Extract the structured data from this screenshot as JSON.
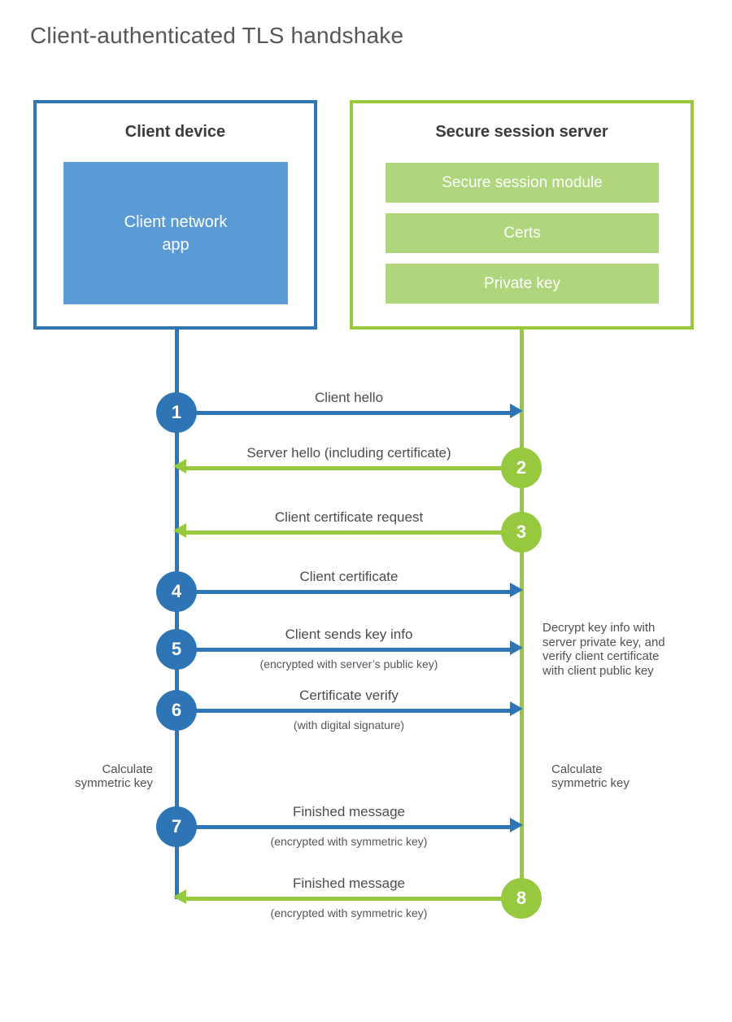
{
  "title": "Client-authenticated TLS handshake",
  "client_box": {
    "title": "Client device",
    "app_label": "Client network app"
  },
  "server_box": {
    "title": "Secure session server",
    "modules": [
      "Secure session module",
      "Certs",
      "Private key"
    ]
  },
  "steps": [
    {
      "num": "1",
      "label": "Client hello",
      "direction": "client-to-server"
    },
    {
      "num": "2",
      "label": "Server hello (including certificate)",
      "direction": "server-to-client"
    },
    {
      "num": "3",
      "label": "Client certificate request",
      "direction": "server-to-client"
    },
    {
      "num": "4",
      "label": "Client certificate",
      "direction": "client-to-server"
    },
    {
      "num": "5",
      "label": "Client sends key info",
      "sub": "(encrypted with server’s public key)",
      "direction": "client-to-server"
    },
    {
      "num": "6",
      "label": "Certificate verify",
      "sub": "(with digital signature)",
      "direction": "client-to-server"
    },
    {
      "num": "7",
      "label": "Finished message",
      "sub": "(encrypted with symmetric key)",
      "direction": "client-to-server"
    },
    {
      "num": "8",
      "label": "Finished message",
      "sub": "(encrypted with symmetric key)",
      "direction": "server-to-client"
    }
  ],
  "annotations": {
    "decrypt_note_lines": [
      "Decrypt key info with",
      "server private key, and",
      "verify client certificate",
      "with client public key"
    ],
    "calc_left_lines": [
      "Calculate",
      "symmetric key"
    ],
    "calc_right_lines": [
      "Calculate",
      "symmetric key"
    ]
  },
  "colors": {
    "blue": "#2E75B6",
    "blue_light": "#5B9BD5",
    "green": "#97C93E",
    "green_light": "#AFD67C"
  }
}
